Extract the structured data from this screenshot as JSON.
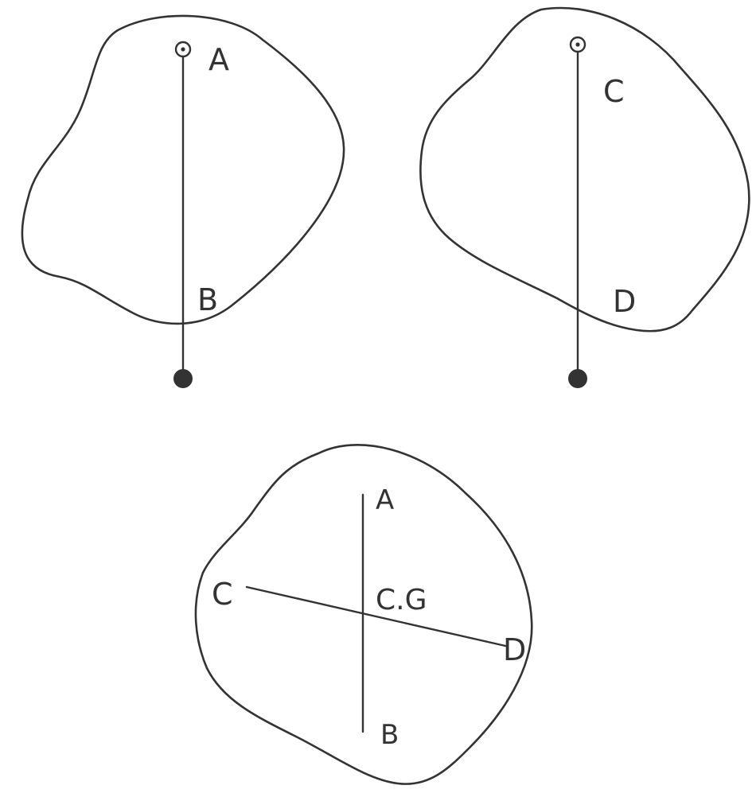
{
  "panels": {
    "first": {
      "top_label": "A",
      "bottom_label": "B"
    },
    "second": {
      "top_label": "C",
      "bottom_label": "D"
    },
    "combined": {
      "label_a": "A",
      "label_b": "B",
      "label_c": "C",
      "label_d": "D",
      "center_label": "C.G"
    }
  },
  "colors": {
    "ink": "#333333",
    "background": "#ffffff"
  }
}
